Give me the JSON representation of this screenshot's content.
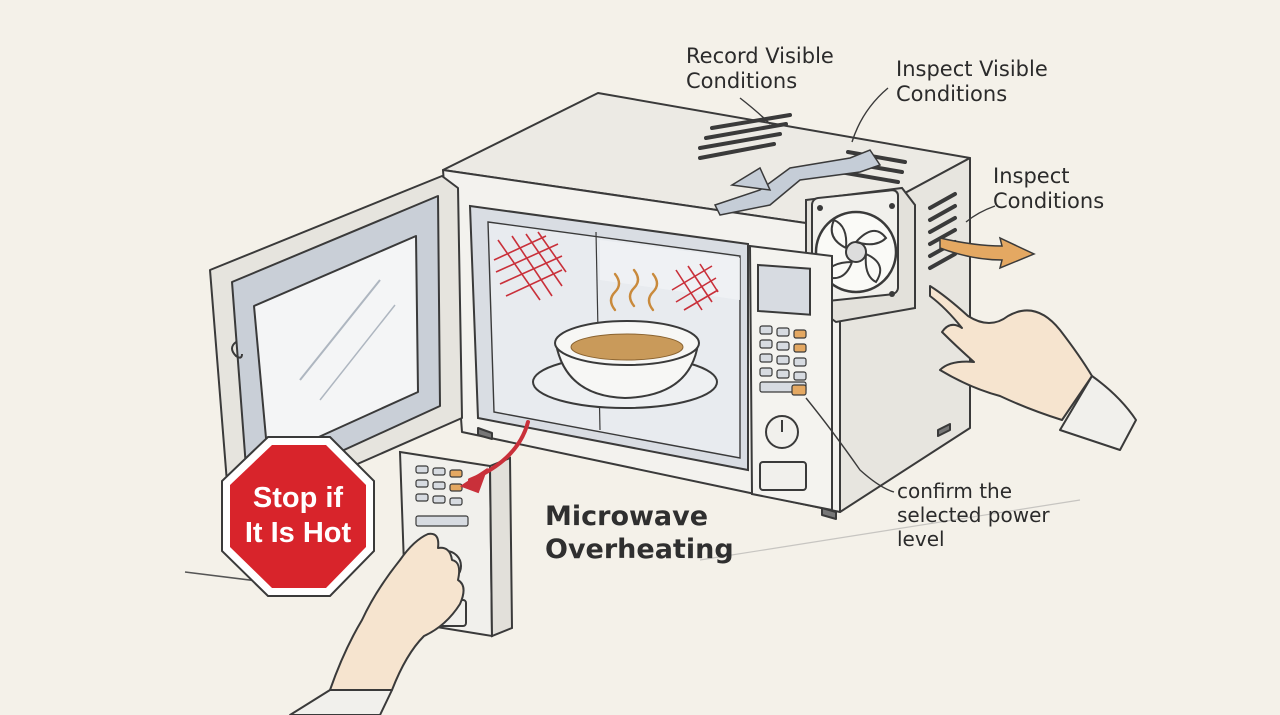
{
  "diagram": {
    "title_line1": "Microwave",
    "title_line2": "Overheating",
    "callouts": {
      "record_visible": [
        "Record Visible",
        "Conditions"
      ],
      "inspect_visible": [
        "Inspect Visible",
        "Conditions"
      ],
      "inspect": [
        "Inspect",
        "Conditions"
      ],
      "confirm_power": [
        "confirm the",
        "selected power",
        "level"
      ]
    },
    "stop_sign": [
      "Stop if",
      "It Is Hot"
    ]
  },
  "colors": {
    "background": "#f4f1e9",
    "outline": "#3a3a3a",
    "stop_red": "#d8242b",
    "heat_red": "#c9303a",
    "airflow_blue": "#c5cdd7",
    "accent_orange": "#e4a862"
  }
}
